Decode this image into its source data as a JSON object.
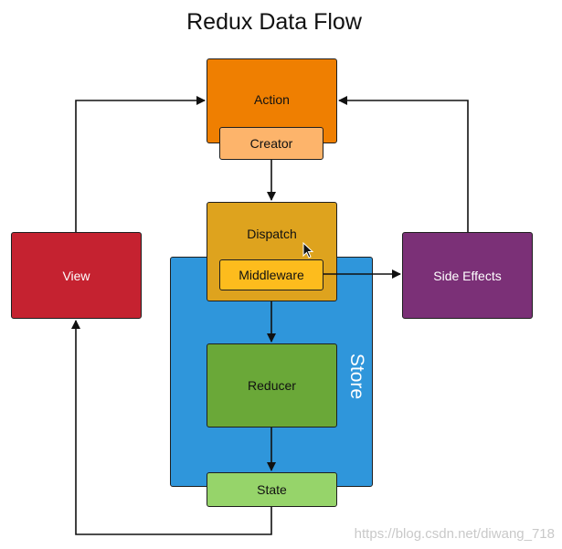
{
  "title": "Redux Data Flow",
  "nodes": {
    "action": "Action",
    "creator": "Creator",
    "dispatch": "Dispatch",
    "middleware": "Middleware",
    "reducer": "Reducer",
    "state": "State",
    "store": "Store",
    "view": "View",
    "side_effects": "Side Effects"
  },
  "colors": {
    "action": "#ef7f01",
    "creator": "#fdb46b",
    "dispatch": "#dea31e",
    "middleware": "#fdbc1d",
    "store": "#2f96db",
    "reducer": "#6aa838",
    "state": "#96d46a",
    "view": "#c52230",
    "side_effects": "#7b3077"
  },
  "watermark": "https://blog.csdn.net/diwang_718"
}
